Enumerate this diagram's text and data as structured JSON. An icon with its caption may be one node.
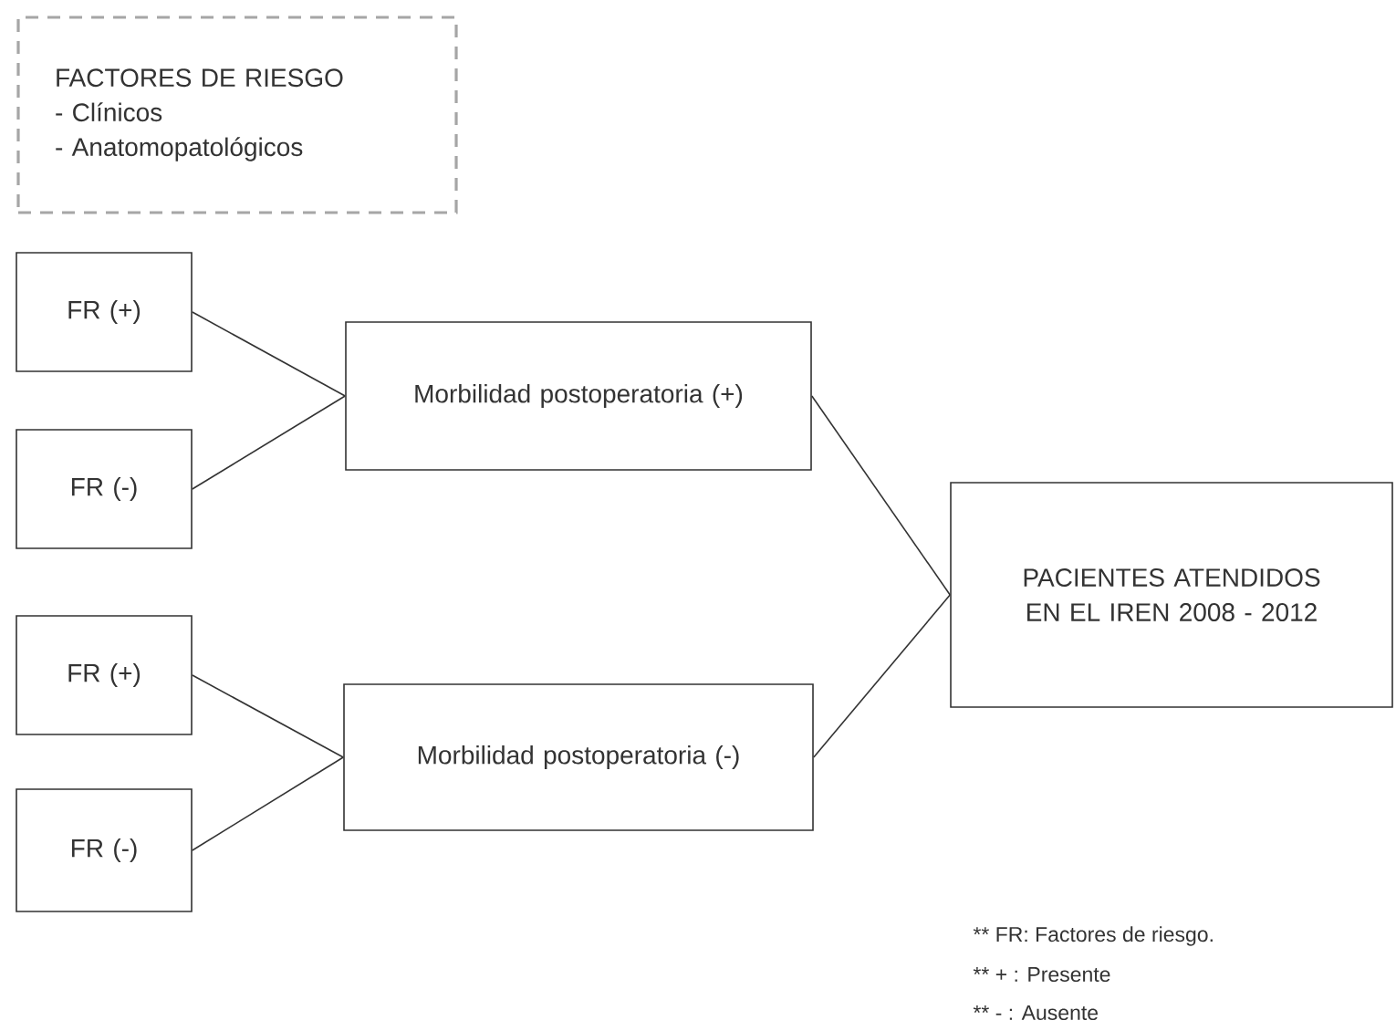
{
  "diagram": {
    "nodes": [
      {
        "text": [
          "FACTORES DE RIESGO",
          "- Clínicos",
          "- Anatomopatológicos"
        ]
      },
      {
        "text": [
          "FR (+)"
        ]
      },
      {
        "text": [
          "FR (-)"
        ]
      },
      {
        "text": [
          "Morbilidad postoperatoria (+)"
        ]
      },
      {
        "text": [
          "FR (+)"
        ]
      },
      {
        "text": [
          "FR (-)"
        ]
      },
      {
        "text": [
          "Morbilidad postoperatoria (-)"
        ]
      },
      {
        "text": [
          "PACIENTES ATENDIDOS EN EL IREN 2008 - 2012"
        ]
      }
    ],
    "edges": [
      {
        "from": 1,
        "to": 3,
        "arrow": "none"
      },
      {
        "from": 2,
        "to": 3,
        "arrow": "none"
      },
      {
        "from": 4,
        "to": 6,
        "arrow": "none"
      },
      {
        "from": 5,
        "to": 6,
        "arrow": "none"
      },
      {
        "from": 3,
        "to": 7,
        "arrow": "none"
      },
      {
        "from": 6,
        "to": 7,
        "arrow": "none"
      }
    ],
    "labels": [
      "** FR: Factores de riesgo.",
      "** + : Presente",
      "** - : Ausente"
    ]
  }
}
